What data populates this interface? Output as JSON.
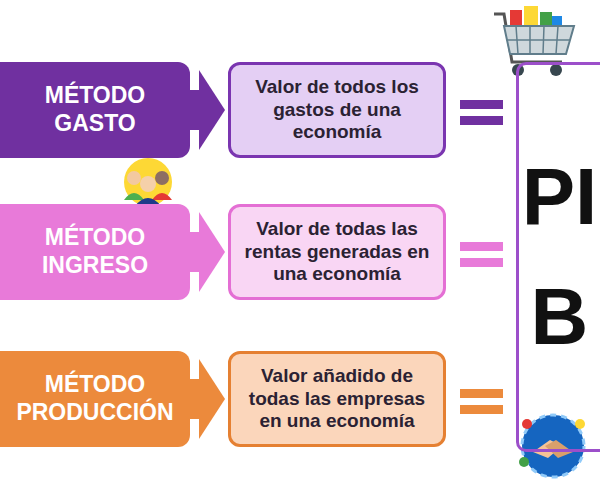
{
  "diagram": {
    "nodes": [
      {
        "text": [
          "MÉTODO GASTO"
        ]
      },
      {
        "text": [
          "Valor de todos los gastos de una economía"
        ]
      },
      {
        "text": [
          "MÉTODO INGRESO"
        ]
      },
      {
        "text": [
          "Valor de todas las rentas generadas en una economía"
        ]
      },
      {
        "text": [
          "MÉTODO PRODUCCIÓN"
        ]
      },
      {
        "text": [
          "Valor añadido de todas las empresas en una economía"
        ]
      },
      {
        "text": [
          "PIB"
        ]
      }
    ],
    "edges": [
      {
        "from": 0,
        "to": 1,
        "arrow": "to"
      },
      {
        "from": 2,
        "to": 3,
        "arrow": "to"
      },
      {
        "from": 4,
        "to": 5,
        "arrow": "to"
      }
    ]
  }
}
